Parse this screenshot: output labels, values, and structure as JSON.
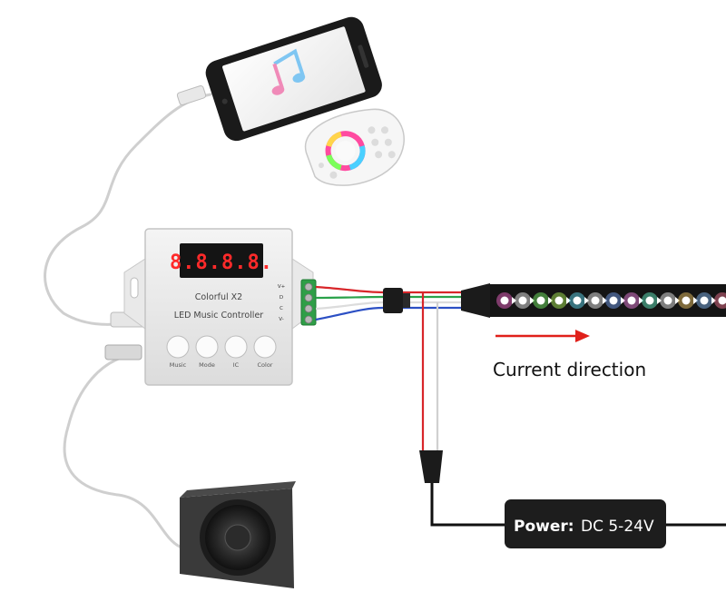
{
  "controller": {
    "display_digits": "8.8.8.8.",
    "brand_label": "Colorful  X2",
    "product_label": "LED Music Controller",
    "terminals": [
      "V+",
      "D",
      "C",
      "V-"
    ],
    "buttons": [
      "Music",
      "Mode",
      "IC",
      "Color"
    ]
  },
  "direction": {
    "label": "Current direction",
    "arrow_color": "#e0201a"
  },
  "power": {
    "label": "Power:",
    "value": "DC 5-24V"
  },
  "wire_colors": {
    "red": "#d8262a",
    "green": "#2aa24a",
    "blue": "#2b4fc4",
    "white": "#f0f0f0",
    "black": "#111111"
  },
  "icons": [
    "music-note-icon",
    "speaker-icon",
    "phone-icon",
    "rf-remote-icon",
    "led-strip-icon"
  ]
}
